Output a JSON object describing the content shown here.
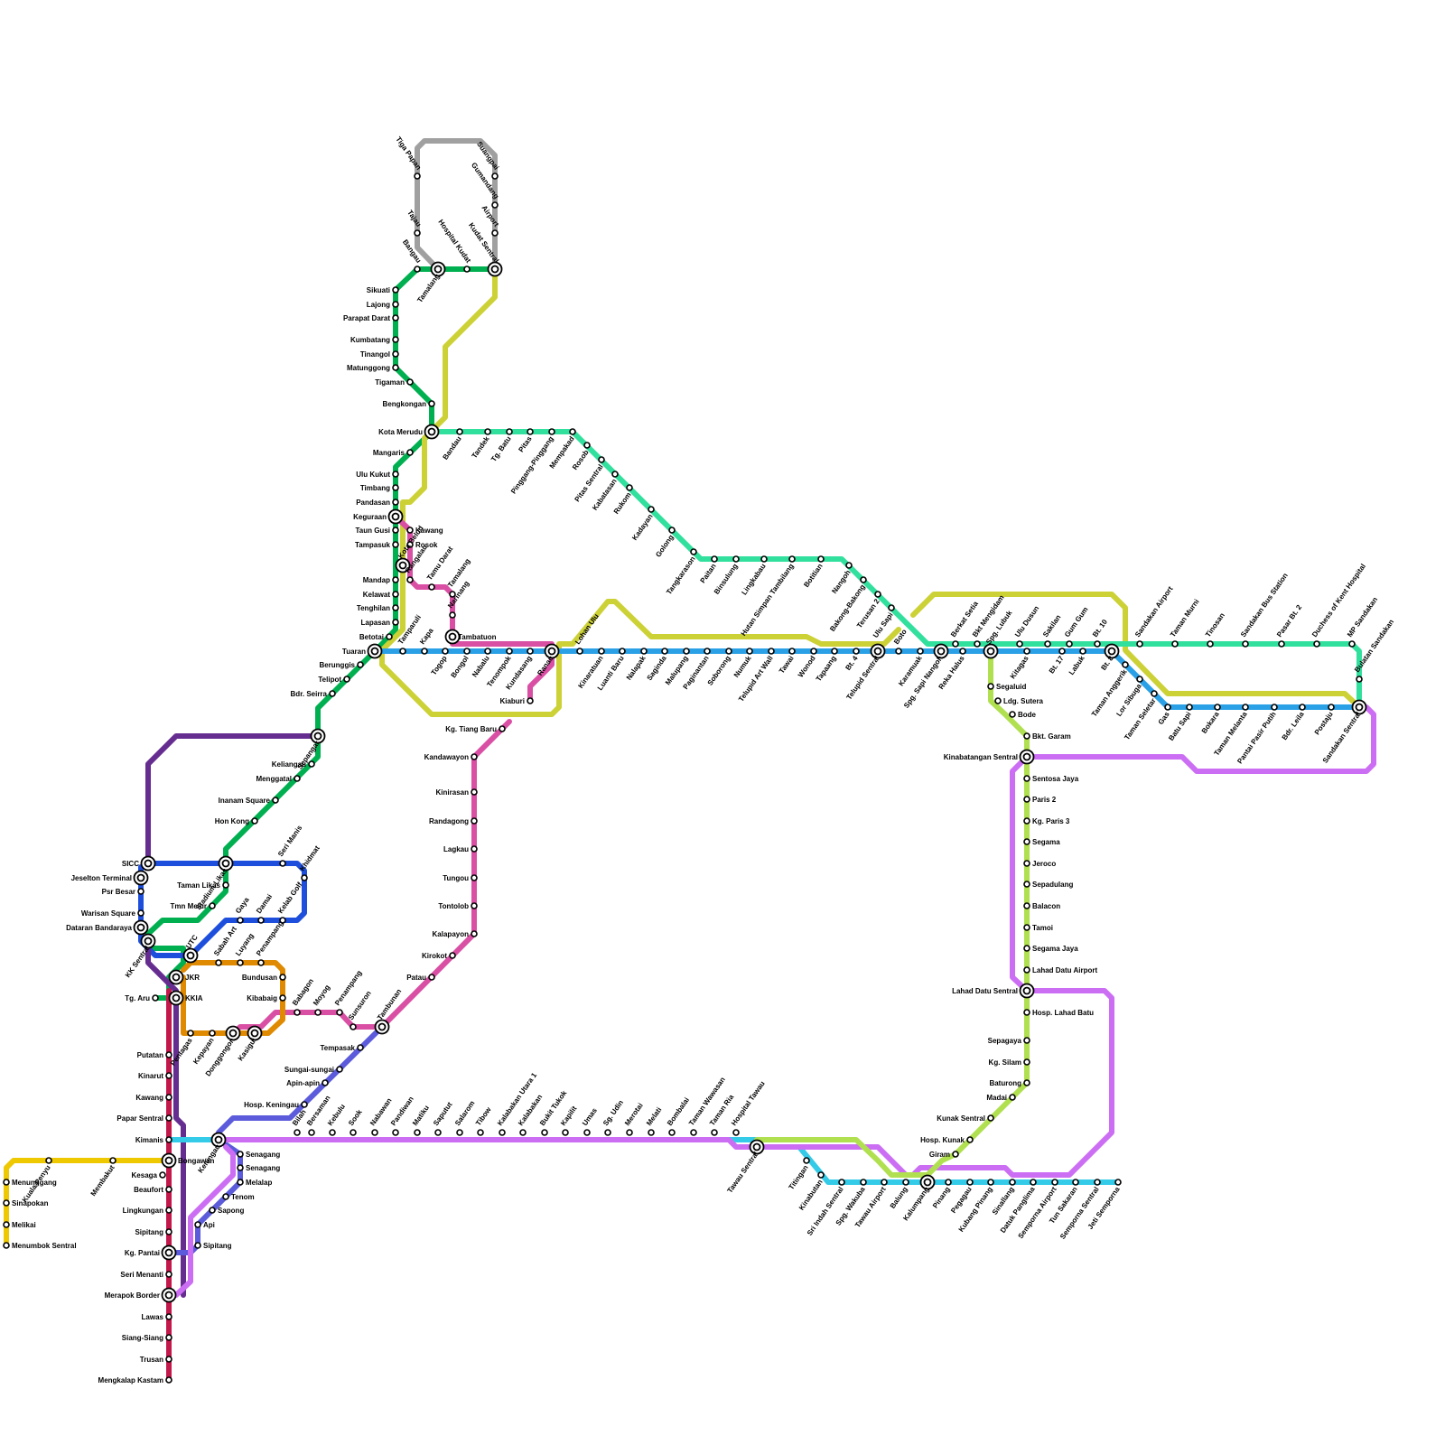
{
  "map": {
    "lines": [
      {
        "key": "red",
        "color": "#c2184a"
      },
      {
        "key": "purple",
        "color": "#662d91"
      },
      {
        "key": "green",
        "color": "#00b050"
      },
      {
        "key": "grey",
        "color": "#a0a0a0"
      },
      {
        "key": "lime",
        "color": "#ccd136"
      },
      {
        "key": "teal",
        "color": "#32e09e"
      },
      {
        "key": "blue",
        "color": "#2aa0e6"
      },
      {
        "key": "pink",
        "color": "#d94fa4"
      },
      {
        "key": "orange",
        "color": "#df8a00"
      },
      {
        "key": "royal",
        "color": "#1e4fdc"
      },
      {
        "key": "indigo",
        "color": "#5b5bdb"
      },
      {
        "key": "cyan",
        "color": "#33cbe8"
      },
      {
        "key": "violet",
        "color": "#cc6ef4"
      },
      {
        "key": "yellow",
        "color": "#eec800"
      },
      {
        "key": "yellowgreen",
        "color": "#b0e050"
      }
    ],
    "interchanges": [
      "SICC",
      "Jeselton Terminal",
      "Dataran Bandaraya",
      "KK Sentral",
      "UTC",
      "JKR",
      "KKIA",
      "Stadium Likas",
      "Sepangar",
      "Tuaran",
      "Keguraan",
      "Kota Belud",
      "Kota Merudu",
      "Tamalang",
      "Kudat Sentral",
      "Tambatuon",
      "Ranau",
      "Tambunan",
      "Donggongon",
      "Kasigui",
      "Keningau",
      "Bongawan",
      "Kg. Pantai",
      "Merapok Border",
      "Tawau Sentral",
      "Telupid Sentral",
      "Spg. Sapi Nangoh",
      "Spg. Lubuk",
      "Bt. 8",
      "Sandakan Sentral",
      "Kinabatangan Sentral",
      "Lahad Datu Sentral",
      "Kalumpang"
    ],
    "stations": {
      "Tiga Papan": "Tiga Papan",
      "Tajau": "Tajau",
      "Bangau": "Bangau",
      "Hospital Kudat": "Hospital Kudat",
      "Kudat Sentral": "Kudat Sentral",
      "Airport": "Airport",
      "Gumandang": "Gumandang",
      "Suangpai": "Suangpai",
      "Tamalang": "Tamalang",
      "Sikuati": "Sikuati",
      "Lajong": "Lajong",
      "Parapat Darat": "Parapat Darat",
      "Kumbatang": "Kumbatang",
      "Tinangol": "Tinangol",
      "Matunggong": "Matunggong",
      "Tigaman": "Tigaman",
      "Bengkongan": "Bengkongan",
      "Kota Merudu": "Kota Merudu",
      "Mangaris": "Mangaris",
      "Ulu Kukut": "Ulu Kukut",
      "Timbang": "Timbang",
      "Pandasan": "Pandasan",
      "Keguraan": "Keguraan",
      "Taun Gusi": "Taun Gusi",
      "Tampasuk": "Tampasuk",
      "Mandap": "Mandap",
      "Kelawat": "Kelawat",
      "Tenghilan": "Tenghilan",
      "Lapasan": "Lapasan",
      "Betotai": "Betotai",
      "Tuaran": "Tuaran",
      "Berunggis": "Berunggis",
      "Telipot": "Telipot",
      "Bdr. Seirra": "Bdr. Seirra",
      "Sepangar": "Sepangar",
      "Keliangau": "Keliangau",
      "Menggatal": "Menggatal",
      "Inanam Square": "Inanam Square",
      "Hon Kong": "Hon Kong",
      "Stadium Likas": "Stadium Likas",
      "Taman Likas": "Taman Likas",
      "Tmn Melur": "Tmn Melur",
      "SICC": "SICC",
      "Jeselton Terminal": "Jeselton Terminal",
      "Psr Besar": "Psr Besar",
      "Warisan Square": "Warisan Square",
      "Dataran Bandaraya": "Dataran Bandaraya",
      "KK Sentral": "KK Sentral",
      "UTC": "UTC",
      "JKR": "JKR",
      "KKIA": "KKIA",
      "Tg. Aru": "Tg. Aru",
      "Seri Manis": "Seri Manis",
      "Khidmat": "Khidmat",
      "Gaya": "Gaya",
      "Damai": "Damai",
      "Kelab Golf": "Kelab Golf",
      "Sabah Art": "Sabah Art",
      "Luyang": "Luyang",
      "Penampang": "Penampang",
      "Bundusan": "Bundusan",
      "Kibabaig": "Kibabaig",
      "Pentagas": "Pentagas",
      "Kepayan": "Kepayan",
      "Donggongon": "Donggongon",
      "Kasigui": "Kasigui",
      "Babagon": "Babagon",
      "Moyog": "Moyog",
      "Penampang2": "Penampang",
      "Sunsuron": "Sunsuron",
      "Tambunan": "Tambunan",
      "Tempasak": "Tempasak",
      "Sungai-sungai": "Sungai-sungai",
      "Apin-apin": "Apin-apin",
      "Hosp. Keningau": "Hosp. Keningau",
      "Keningau": "Keningau",
      "Senagang": "Senagang",
      "Senagang2": "Senagang",
      "Melalap": "Melalap",
      "Tenom": "Tenom",
      "Sapong": "Sapong",
      "Api": "Api",
      "Sipitang2": "Sipitang",
      "Putatan": "Putatan",
      "Kinarut": "Kinarut",
      "Kawang": "Kawang",
      "Papar Sentral": "Papar Sentral",
      "Kimanis": "Kimanis",
      "Bongawan": "Bongawan",
      "Kesaga": "Kesaga",
      "Beaufort": "Beaufort",
      "Lingkungan": "Lingkungan",
      "Sipitang": "Sipitang",
      "Kg. Pantai": "Kg. Pantai",
      "Seri Menanti": "Seri Menanti",
      "Merapok Border": "Merapok Border",
      "Lawas": "Lawas",
      "Siang-Siang": "Siang-Siang",
      "Trusan": "Trusan",
      "Mengkalap Kastam": "Mengkalap Kastam",
      "Kuala Penyu": "Kuala Penyu",
      "Membakut": "Membakut",
      "Menunggang": "Menunggang",
      "Sinapokan": "Sinapokan",
      "Melikai": "Melikai",
      "Menumbok Sentral": "Menumbok Sentral",
      "Kawang2": "Kawang",
      "Rosok": "Rosok",
      "Kota Belud": "Kota Belud",
      "Rangalau": "Rangalau",
      "Tamu Darat": "Tamu Darat",
      "Tamalang2": "Tamalang",
      "Narinang": "Narinang",
      "Tambatuon": "Tambatuon",
      "Tamparuli": "Tamparuli",
      "Kapa": "Kapa",
      "Togop": "Togop",
      "Bongol": "Bongol",
      "Nabalu": "Nabalu",
      "Tenompok": "Tenompok",
      "Kundasang": "Kundasang",
      "Ranau": "Ranau",
      "Kiaburi": "Kiaburi",
      "Kg. Tiang Baru": "Kg. Tiang Baru",
      "Kandawayon": "Kandawayon",
      "Kinirasan": "Kinirasan",
      "Randagong": "Randagong",
      "Lagkau": "Lagkau",
      "Tungou": "Tungou",
      "Tontolob": "Tontolob",
      "Kalapayon": "Kalapayon",
      "Kirokot": "Kirokot",
      "Patau": "Patau",
      "Bandau": "Bandau",
      "Tandek": "Tandek",
      "Tg. Batu": "Tg. Batu",
      "Pitas": "Pitas",
      "Pinggang-Pinggang": "Pinggang-Pinggang",
      "Mempakad": "Mempakad",
      "Rosob": "Rosob",
      "Pitas Sentral": "Pitas Sentral",
      "Kabatasan": "Kabatasan",
      "Rukom": "Rukom",
      "Kadayan": "Kadayan",
      "Golong": "Golong",
      "Tangkarason": "Tangkarason",
      "Paitan": "Paitan",
      "Binsulung": "Binsulung",
      "Lingkabau": "Lingkabau",
      "Hutan Simpan Tambilang": "Hutan Simpan Tambilang",
      "Botitian": "Botitian",
      "Nangoh": "Nangoh",
      "Bakong-Bakong": "Bakong-Bakong",
      "Terusan 2": "Terusan 2",
      "Ulu Sapi": "Ulu Sapi",
      "Lohan Ulu": "Lohan Ulu",
      "Kinaratuan": "Kinaratuan",
      "Luanti Baru": "Luanti Baru",
      "Nalapak": "Nalapak",
      "Saginda": "Saginda",
      "Malupang": "Malupang",
      "Paginantan": "Paginantan",
      "Soborong": "Soborong",
      "Numuk": "Numuk",
      "Telupid Art Wall": "Telupid Art Wall",
      "Tawai": "Tawai",
      "Wonod": "Wonod",
      "Tapaang": "Tapaang",
      "Bt. 4": "Bt. 4",
      "Telupid Sentral": "Telupid Sentral",
      "Boto": "Boto",
      "Karamuak": "Karamuak",
      "Spg. Sapi Nangoh": "Spg. Sapi Nangoh",
      "Berkat Setia": "Berkat Setia",
      "Reka Halus": "Reka Halus",
      "Bkt Mengidam": "Bkt Mengidam",
      "Spg. Lubuk": "Spg. Lubuk",
      "Ulu Dusun": "Ulu Dusun",
      "Kitagas": "Kitagas",
      "Sakilan": "Sakilan",
      "Gum Gum": "Gum Gum",
      "Bt. 17": "Bt. 17",
      "Labuk": "Labuk",
      "Bt. 10": "Bt. 10",
      "Bt. 8": "Bt. 8",
      "Sandakan Airport": "Sandakan Airport",
      "Taman Murni": "Taman Murni",
      "Tinosan": "Tinosan",
      "Sandakan Bus Station": "Sandakan Bus Station",
      "Pasar Bt. 2": "Pasar Bt. 2",
      "Duchess of Kent Hospital": "Duchess of Kent Hospital",
      "MP Sandakan": "MP Sandakan",
      "Bulatan Sandakan": "Bulatan Sandakan",
      "Sandakan Sentral": "Sandakan Sentral",
      "Taman Anggerik": "Taman Anggerik",
      "Lor Sibuga": "Lor Sibuga",
      "Taman Seletar": "Taman Seletar",
      "Gas": "Gas",
      "Batu Sapi": "Batu Sapi",
      "Bokara": "Bokara",
      "Taman Melanta": "Taman Melanta",
      "Pantai Pasir Putih": "Pantai Pasir Putih",
      "Bdr. Leila": "Bdr. Leila",
      "Postaju": "Postaju",
      "Segaluid": "Segaluid",
      "Ldg. Sutera": "Ldg. Sutera",
      "Bode": "Bode",
      "Bkt. Garam": "Bkt. Garam",
      "Kinabatangan Sentral": "Kinabatangan Sentral",
      "Sentosa Jaya": "Sentosa Jaya",
      "Paris 2": "Paris 2",
      "Kg. Paris 3": "Kg. Paris 3",
      "Segama": "Segama",
      "Jeroco": "Jeroco",
      "Sepadulang": "Sepadulang",
      "Balacon": "Balacon",
      "Tamoi": "Tamoi",
      "Segama Jaya": "Segama Jaya",
      "Lahad Datu Airport": "Lahad Datu Airport",
      "Lahad Datu Sentral": "Lahad Datu Sentral",
      "Hosp. Lahad Batu": "Hosp. Lahad Batu",
      "Sepagaya": "Sepagaya",
      "Kg. Silam": "Kg. Silam",
      "Baturong": "Baturong",
      "Madai": "Madai",
      "Kunak Sentral": "Kunak Sentral",
      "Hosp. Kunak": "Hosp. Kunak",
      "Giram": "Giram",
      "Kalumpang": "Kalumpang",
      "Pinang": "Pinang",
      "Pegagau": "Pegagau",
      "Kubang Pinang": "Kubang Pinang",
      "Sinallang": "Sinallang",
      "Datuk Panglima": "Datuk Panglima",
      "Semporna Airport": "Semporna Airport",
      "Tun Sakaran": "Tun Sakaran",
      "Semporna Sentral": "Semporna Sentral",
      "Jeti Semporna": "Jeti Semporna",
      "Balung": "Balung",
      "Tawau Airport": "Tawau Airport",
      "Spg. Wakuba": "Spg. Wakuba",
      "Sri Indah Sentral": "Sri Indah Sentral",
      "Kinabutan": "Kinabutan",
      "Titingan": "Titingan",
      "Tawau Sentral": "Tawau Sentral",
      "Hospital Tawau": "Hospital Tawau",
      "Taman Ria": "Taman Ria",
      "Taman Wawasan": "Taman Wawasan",
      "Bombalai": "Bombalai",
      "Melati": "Melati",
      "Merotai": "Merotai",
      "Sg. Udin": "Sg. Udin",
      "Umas": "Umas",
      "Kapilit": "Kapilit",
      "Bukit Tukok": "Bukit Tukok",
      "Kalabakan": "Kalabakan",
      "Kalabakan Utara 1": "Kalabakan Utara 1",
      "Tibow": "Tibow",
      "Salarom": "Salarom",
      "Saputut": "Saputut",
      "Matiku": "Matiku",
      "Pandiwan": "Pandiwan",
      "Nabawan": "Nabawan",
      "Sook": "Sook",
      "Kebulu": "Kebulu",
      "Bersaman": "Bersaman",
      "Bilah": "Bilah"
    }
  }
}
